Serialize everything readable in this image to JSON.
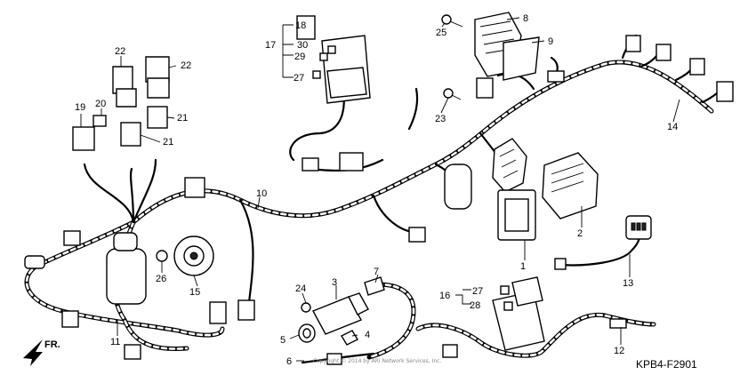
{
  "callouts": {
    "c1": "1",
    "c2": "2",
    "c3": "3",
    "c4": "4",
    "c5": "5",
    "c6": "6",
    "c7": "7",
    "c8": "8",
    "c9": "9",
    "c10": "10",
    "c11": "11",
    "c12": "12",
    "c13": "13",
    "c14": "14",
    "c15": "15",
    "c16": "16",
    "c17": "17",
    "c18": "18",
    "c19": "19",
    "c20": "20",
    "c21a": "21",
    "c21b": "21",
    "c22a": "22",
    "c22b": "22",
    "c23": "23",
    "c24": "24",
    "c25": "25",
    "c26": "26",
    "c27a": "27",
    "c27b": "27",
    "c28": "28",
    "c29": "29",
    "c30": "30"
  },
  "diagram_code": "KPB4-F2901",
  "front_marker": "FR.",
  "watermark": "Copyright © 2014 by ARI Network Services, Inc."
}
